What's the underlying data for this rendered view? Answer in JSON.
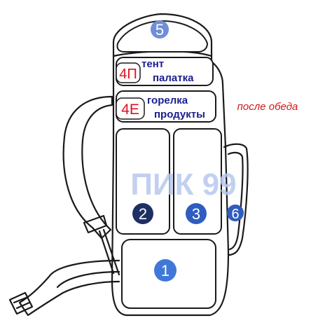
{
  "watermark": "ПИК 99",
  "pockets": [
    {
      "id": "5",
      "label": "5",
      "color": "#6f8fd8",
      "text_color": "#ffffff"
    },
    {
      "id": "4p",
      "code": "4П",
      "code_color": "#e0101e",
      "lines": [
        "тент",
        "палатка"
      ],
      "text_color": "#1a1e8c"
    },
    {
      "id": "4e",
      "code": "4Е",
      "code_color": "#e0101e",
      "lines": [
        "горелка",
        "продукты"
      ],
      "text_color": "#1a1e8c"
    },
    {
      "id": "2",
      "label": "2",
      "color": "#1d2f63",
      "text_color": "#ffffff"
    },
    {
      "id": "3",
      "label": "3",
      "color": "#2f5cbf",
      "text_color": "#ffffff"
    },
    {
      "id": "6",
      "label": "6",
      "color": "#2f5cbf",
      "text_color": "#ffffff"
    },
    {
      "id": "1",
      "label": "1",
      "color": "#3f78d8",
      "text_color": "#ffffff"
    }
  ],
  "note": {
    "text": "после обеда",
    "color": "#d01818"
  },
  "colors": {
    "outline": "#1a1a1a",
    "watermark": "#b8c8ee"
  }
}
